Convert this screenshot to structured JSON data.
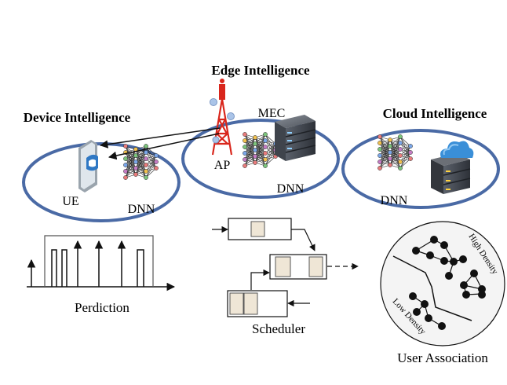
{
  "sections": {
    "device": {
      "title": "Device Intelligence",
      "ue": "UE",
      "dnn": "DNN"
    },
    "edge": {
      "title": "Edge Intelligence",
      "mec": "MEC",
      "ap": "AP",
      "dnn": "DNN"
    },
    "cloud": {
      "title": "Cloud Intelligence",
      "dnn": "DNN"
    }
  },
  "bottom": {
    "prediction": "Perdiction",
    "scheduler": "Scheduler",
    "user_association": "User Association",
    "high_density": "High Density",
    "low_density": "Low Density"
  },
  "colors": {
    "ellipse_stroke": "#4a6aa5",
    "tower_red": "#d9261c",
    "server_dark": "#3a3f48",
    "cloud_blue": "#3a8fd8",
    "phone_blue": "#2f78c4",
    "queue_fill": "#efe6d6"
  }
}
